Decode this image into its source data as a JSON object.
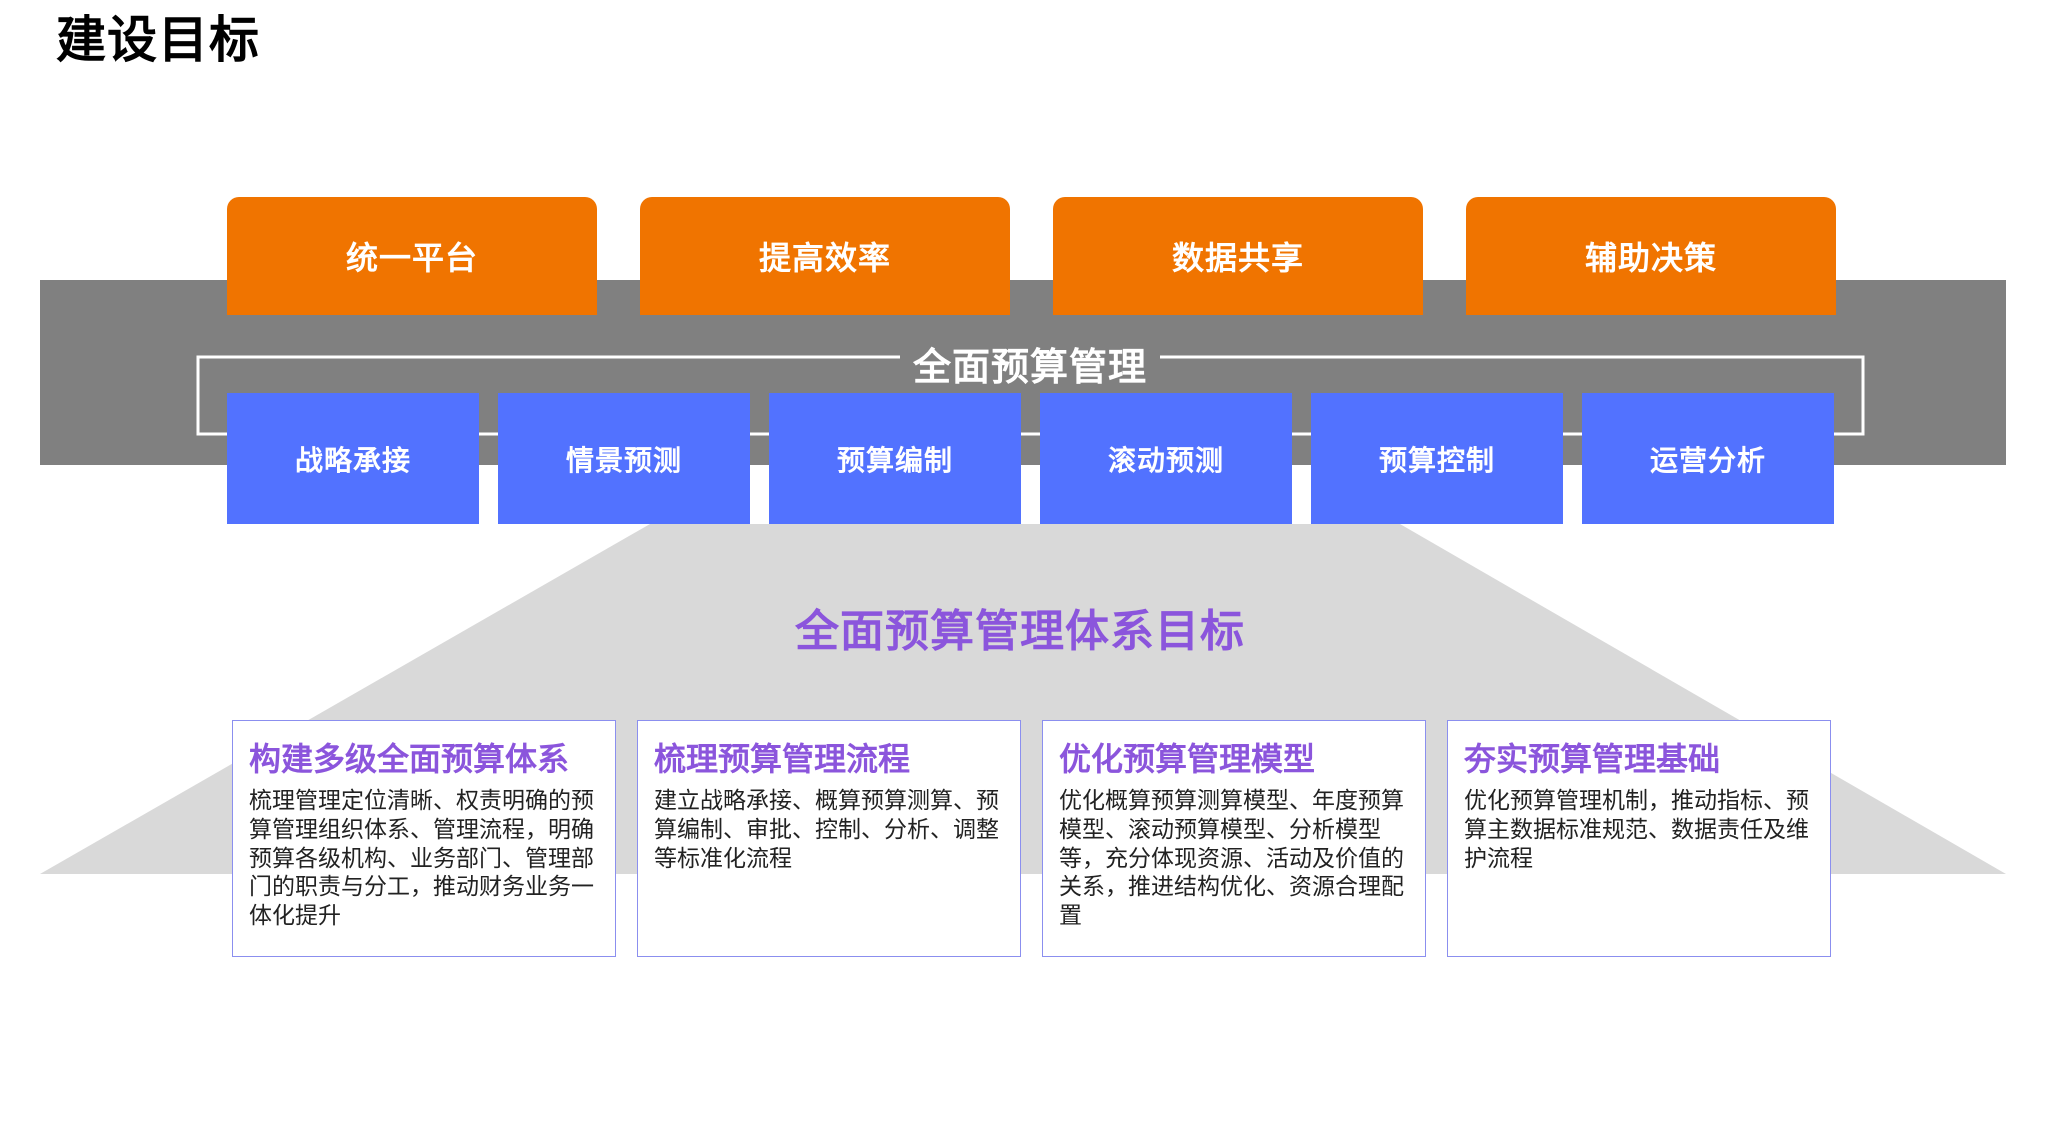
{
  "page_title": "建设目标",
  "goals": [
    {
      "label": "统一平台"
    },
    {
      "label": "提高效率"
    },
    {
      "label": "数据共享"
    },
    {
      "label": "辅助决策"
    }
  ],
  "management_label": "全面预算管理",
  "functions": [
    {
      "label": "战略承接"
    },
    {
      "label": "情景预测"
    },
    {
      "label": "预算编制"
    },
    {
      "label": "滚动预测"
    },
    {
      "label": "预算控制"
    },
    {
      "label": "运营分析"
    }
  ],
  "system_title": "全面预算管理体系目标",
  "targets": [
    {
      "title": "构建多级全面预算体系",
      "description": "梳理管理定位清晰、权责明确的预算管理组织体系、管理流程，明确预算各级机构、业务部门、管理部门的职责与分工，推动财务业务一体化提升"
    },
    {
      "title": "梳理预算管理流程",
      "description": "建立战略承接、概算预算测算、预算编制、审批、控制、分析、调整等标准化流程"
    },
    {
      "title": "优化预算管理模型",
      "description": "优化概算预算测算模型、年度预算模型、滚动预算模型、分析模型等，充分体现资源、活动及价值的关系，推进结构优化、资源合理配置"
    },
    {
      "title": "夯实预算管理基础",
      "description": "优化预算管理机制，推动指标、预算主数据标准规范、数据责任及维护流程"
    }
  ],
  "colors": {
    "goal_orange": "#F07400",
    "band_gray": "#808080",
    "function_blue": "#5272FF",
    "trapezoid_gray": "#D9D9D9",
    "title_purple": "#8B55DC",
    "card_border": "#8B8FEF"
  }
}
